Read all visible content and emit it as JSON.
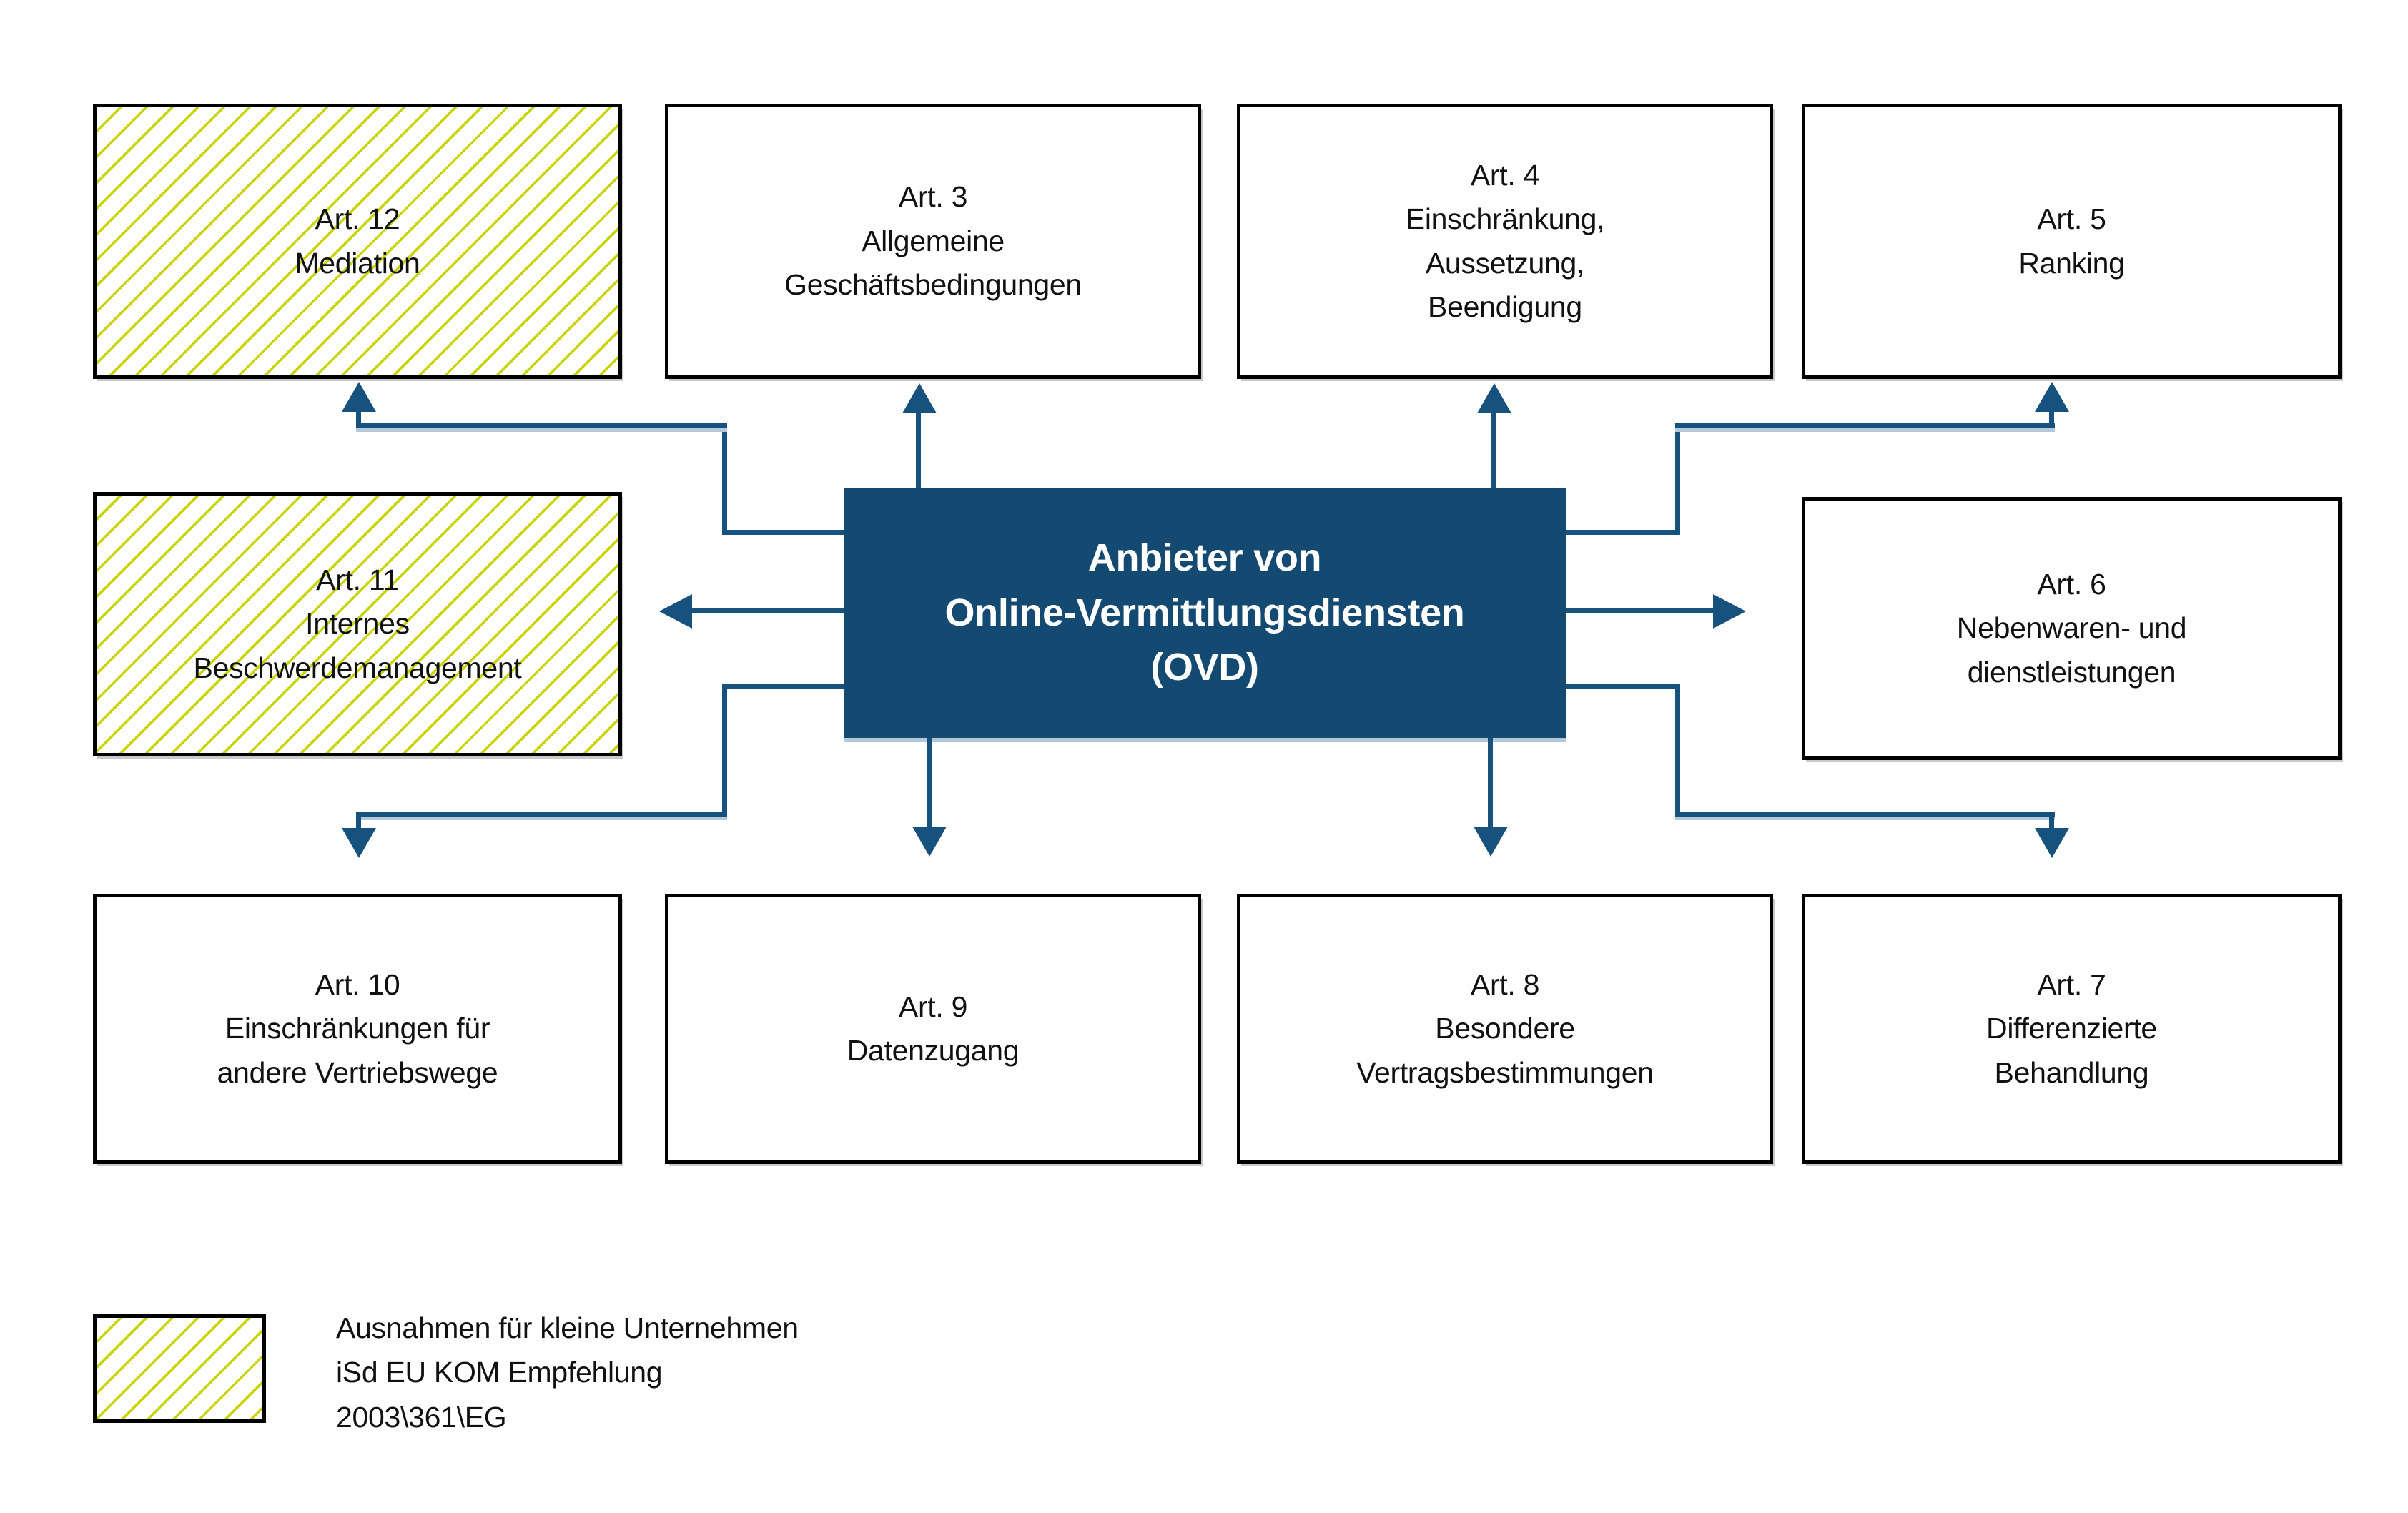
{
  "colors": {
    "box_blue": "#144a72",
    "line_blue": "#17527e",
    "hatch_green": "#c6d400",
    "border_black": "#000000",
    "text_dark": "#111111",
    "text_white": "#ffffff",
    "shadow_blue": "#b3c9da",
    "shadow_gray": "#c9c9c9",
    "background": "#ffffff"
  },
  "center": {
    "label": "Anbieter von\nOnline-Vermittlungsdiensten\n(OVD)"
  },
  "boxes": {
    "art12": {
      "label": "Art. 12\nMediation",
      "hatched": true
    },
    "art3": {
      "label": "Art. 3\nAllgemeine\nGeschäftsbedingungen",
      "hatched": false
    },
    "art4": {
      "label": "Art. 4\nEinschränkung,\nAussetzung,\nBeendigung",
      "hatched": false
    },
    "art5": {
      "label": "Art. 5\nRanking",
      "hatched": false
    },
    "art11": {
      "label": "Art. 11\nInternes\nBeschwerdemanagement",
      "hatched": true
    },
    "art6": {
      "label": "Art. 6\nNebenwaren- und\ndienstleistungen",
      "hatched": false
    },
    "art10": {
      "label": "Art. 10\nEinschränkungen für\nandere Vertriebswege",
      "hatched": false
    },
    "art9": {
      "label": "Art. 9\nDatenzugang",
      "hatched": false
    },
    "art8": {
      "label": "Art. 8\nBesondere\nVertragsbestimmungen",
      "hatched": false
    },
    "art7": {
      "label": "Art. 7\nDifferenzierte\nBehandlung",
      "hatched": false
    }
  },
  "legend": {
    "label": "Ausnahmen für kleine Unternehmen\niSd EU KOM Empfehlung\n2003\\361\\EG"
  },
  "connections": [
    {
      "from": "OVD",
      "to": "Art. 12"
    },
    {
      "from": "OVD",
      "to": "Art. 3"
    },
    {
      "from": "OVD",
      "to": "Art. 4"
    },
    {
      "from": "OVD",
      "to": "Art. 5"
    },
    {
      "from": "OVD",
      "to": "Art. 11"
    },
    {
      "from": "OVD",
      "to": "Art. 6"
    },
    {
      "from": "OVD",
      "to": "Art. 10"
    },
    {
      "from": "OVD",
      "to": "Art. 9"
    },
    {
      "from": "OVD",
      "to": "Art. 8"
    },
    {
      "from": "OVD",
      "to": "Art. 7"
    }
  ]
}
